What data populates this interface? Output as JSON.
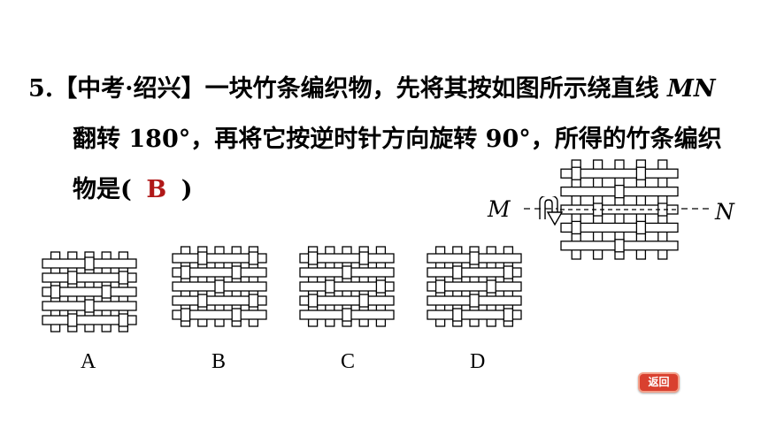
{
  "question": {
    "number": "5.",
    "source": "【中考·绍兴】",
    "line1_text": "一块竹条编织物，先将其按如图所示绕直线 ",
    "line_name": "MN",
    "line2_text": "翻转 180°，再将它按逆时针方向旋转 90°，所得的竹条编织",
    "line3_prefix": "物是(",
    "answer": "B",
    "line3_suffix": ")"
  },
  "figure": {
    "label_m": "M",
    "label_n": "N"
  },
  "options": [
    {
      "label": "A"
    },
    {
      "label": "B"
    },
    {
      "label": "C"
    },
    {
      "label": "D"
    }
  ],
  "nav": {
    "back_label": "返回"
  },
  "colors": {
    "answer": "#b01818",
    "back_button": "#d9402f"
  }
}
